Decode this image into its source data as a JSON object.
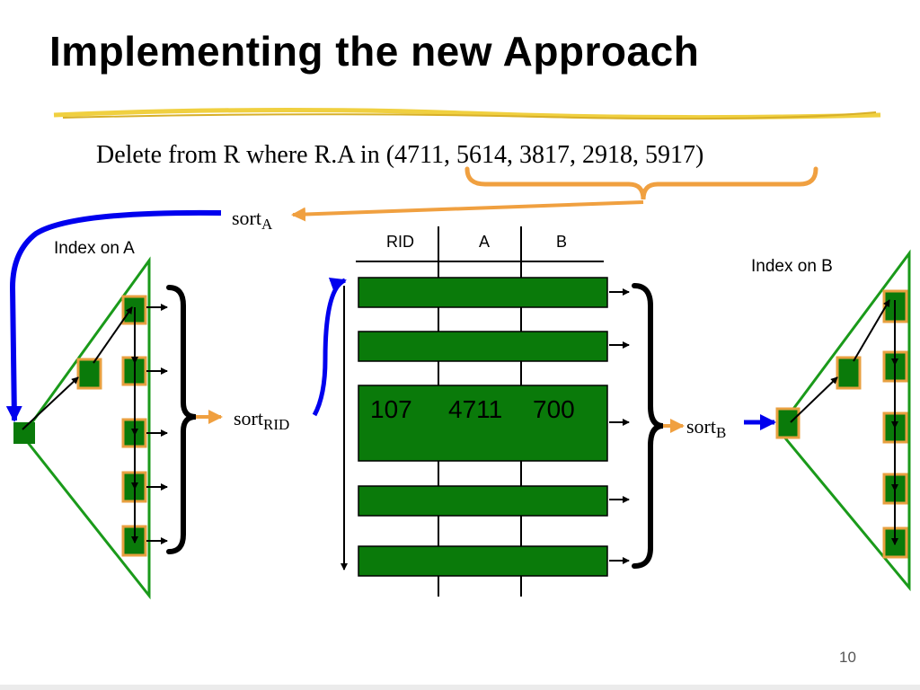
{
  "slide": {
    "title": "Implementing the new Approach",
    "query": "Delete from R where R.A in (4711, 5614, 3817, 2918, 5917)",
    "page_number": "10"
  },
  "labels": {
    "index_a": "Index on A",
    "index_b": "Index on B",
    "sort": "sort",
    "sort_a_sub": "A",
    "sort_rid_sub": "RID",
    "sort_b_sub": "B"
  },
  "table": {
    "columns": [
      "RID",
      "A",
      "B"
    ],
    "highlight_row": {
      "rid": "107",
      "a": "4711",
      "b": "700"
    }
  },
  "colors": {
    "node_fill": "#0a7a0a",
    "node_border": "#e8a040",
    "triangle": "#1a9a1a",
    "orange_arrow": "#f0a040",
    "blue_arrow": "#0000ee",
    "row_fill": "#0a7a0a"
  }
}
